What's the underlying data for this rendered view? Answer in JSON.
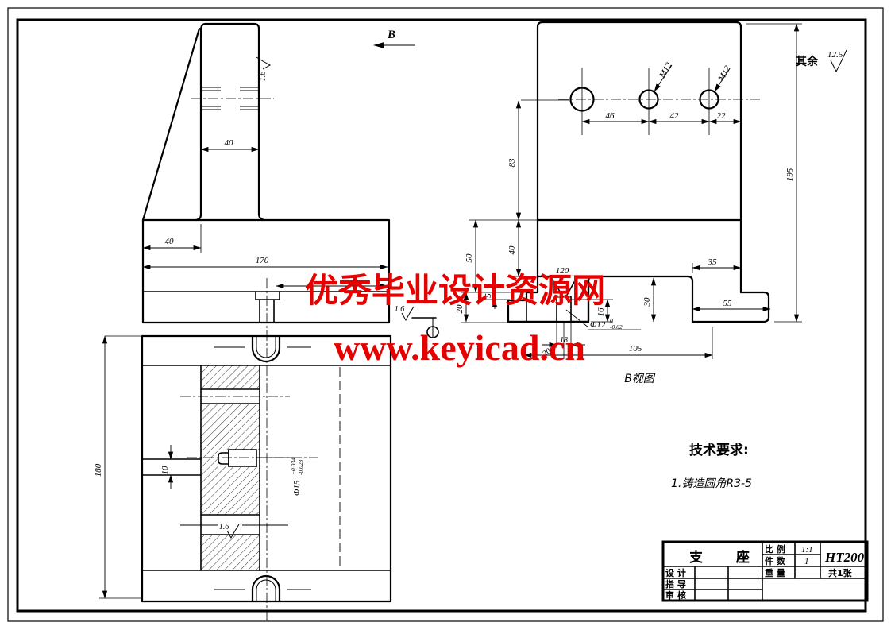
{
  "drawing": {
    "b_arrow_label": "B",
    "b_view_label": "B视图",
    "surface_default": {
      "prefix": "其余",
      "roughness": "12.5"
    },
    "tech_requirements": {
      "heading": "技术要求:",
      "item_1": "1.铸造圆角R3-5"
    }
  },
  "watermark": {
    "line1": "优秀毕业设计资源网",
    "line2": "www.keyicad.cn",
    "color": "#e60000"
  },
  "dims": {
    "left_view": {
      "col_width": "40",
      "base_left": "40",
      "base_width": "170",
      "rough_col": "1.6",
      "rough_base": "1.6"
    },
    "section_view": {
      "height": "180",
      "slot": "10",
      "rough_inner": "1.6",
      "phi15": {
        "main": "Φ15",
        "sup": "+0.034",
        "sub": "-0.023"
      }
    },
    "front_view": {
      "d46": "46",
      "d42": "42",
      "d22": "22",
      "d83": "83",
      "d40": "40",
      "d50": "50",
      "d20": "20",
      "d5": "5",
      "d195": "195",
      "m12_mid": "M12",
      "m12_right": "M12"
    },
    "b_section": {
      "angle": "120",
      "d16": "16",
      "d30": "30",
      "d35": "35",
      "d55": "55",
      "d105": "105",
      "d18": "18",
      "d20": "20",
      "phi12": {
        "main": "Φ12",
        "sup": "0",
        "sub": "-0.02"
      }
    }
  },
  "title_block": {
    "part_name": "支 座",
    "scale_label": "比 例",
    "scale_value": "1:1",
    "qty_label": "件 数",
    "qty_value": "1",
    "material": "HT200",
    "design_label": "设 计",
    "weight_label": "重 量",
    "sheets": "共1张",
    "mentor_label": "指 导",
    "audit_label": "审 核"
  }
}
